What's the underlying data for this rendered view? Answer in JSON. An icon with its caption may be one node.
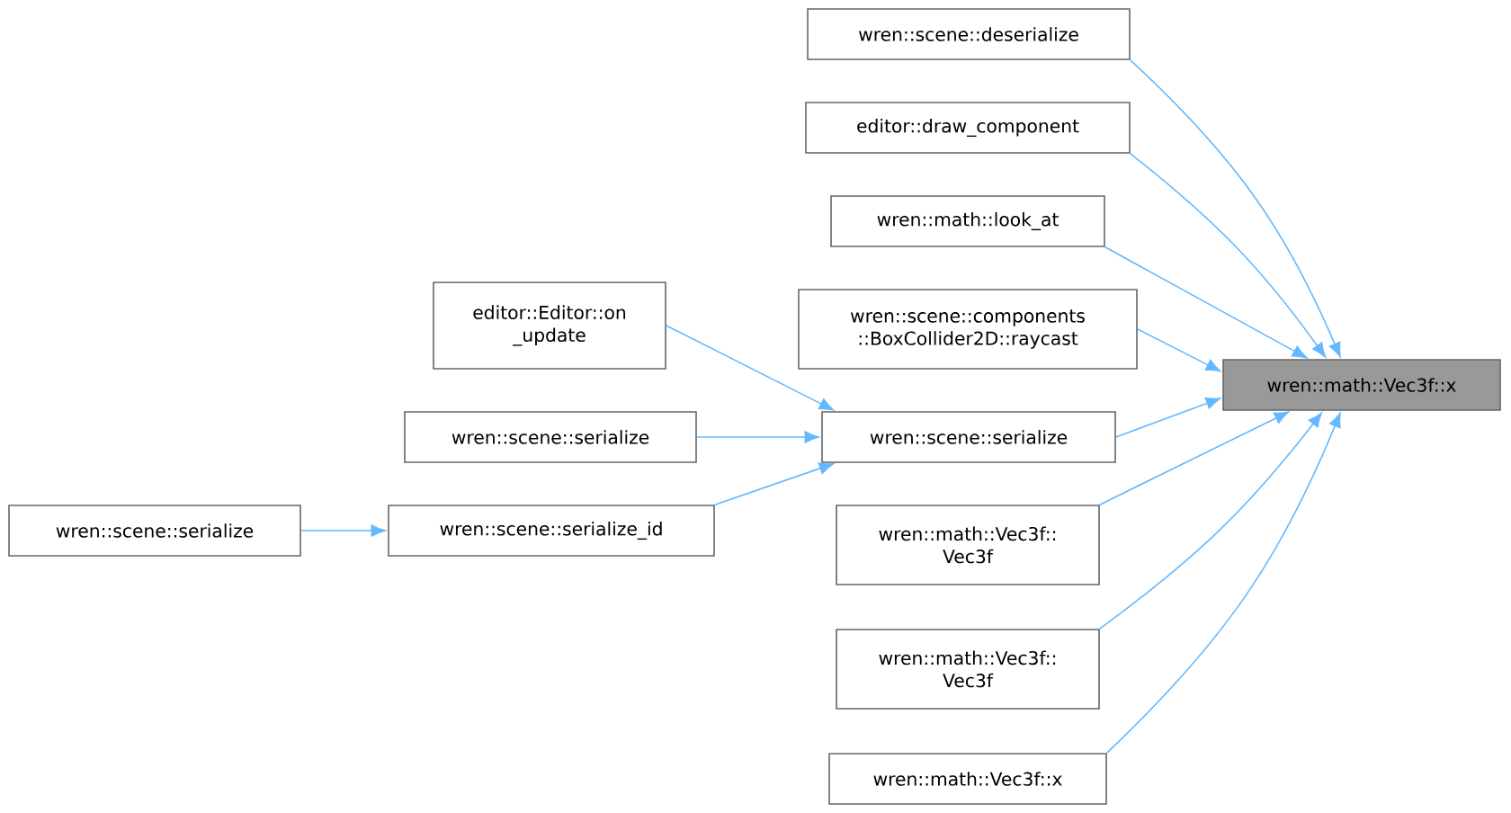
{
  "diagram": {
    "nodes": [
      {
        "text": [
          "wren::math::Vec3f::x"
        ]
      },
      {
        "text": [
          "wren::scene::deserialize"
        ]
      },
      {
        "text": [
          "editor::draw_component"
        ]
      },
      {
        "text": [
          "wren::math::look_at"
        ]
      },
      {
        "text": [
          "wren::scene::components ::BoxCollider2D::raycast"
        ]
      },
      {
        "text": [
          "wren::scene::serialize"
        ]
      },
      {
        "text": [
          "wren::math::Vec3f:: Vec3f"
        ]
      },
      {
        "text": [
          "wren::math::Vec3f:: Vec3f"
        ]
      },
      {
        "text": [
          "wren::math::Vec3f::x"
        ]
      },
      {
        "text": [
          "editor::Editor::on _update"
        ]
      },
      {
        "text": [
          "wren::scene::serialize"
        ]
      },
      {
        "text": [
          "wren::scene::serialize_id"
        ]
      },
      {
        "text": [
          "wren::scene::serialize"
        ]
      }
    ],
    "edges": [
      {
        "from": 1,
        "to": 0,
        "arrow": "to"
      },
      {
        "from": 2,
        "to": 0,
        "arrow": "to"
      },
      {
        "from": 3,
        "to": 0,
        "arrow": "to"
      },
      {
        "from": 4,
        "to": 0,
        "arrow": "to"
      },
      {
        "from": 5,
        "to": 0,
        "arrow": "to"
      },
      {
        "from": 6,
        "to": 0,
        "arrow": "to"
      },
      {
        "from": 7,
        "to": 0,
        "arrow": "to"
      },
      {
        "from": 8,
        "to": 0,
        "arrow": "to"
      },
      {
        "from": 9,
        "to": 5,
        "arrow": "to"
      },
      {
        "from": 10,
        "to": 5,
        "arrow": "to"
      },
      {
        "from": 11,
        "to": 5,
        "arrow": "to"
      },
      {
        "from": 12,
        "to": 11,
        "arrow": "to"
      }
    ]
  }
}
